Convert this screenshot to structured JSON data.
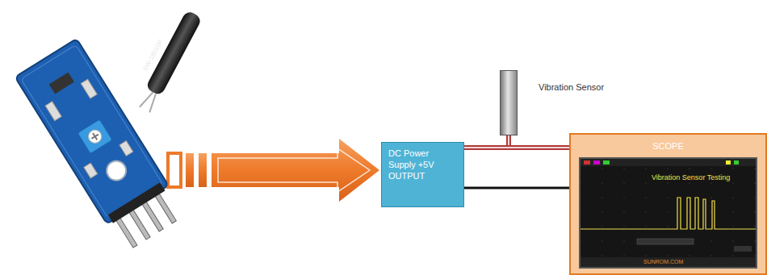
{
  "diagram": {
    "nodes": [
      {
        "text": [
          "DC Power Supply +5V OUTPUT"
        ]
      },
      {
        "text": [
          "Vibration Sensor"
        ]
      },
      {
        "text": [
          "SCOPE"
        ]
      },
      {
        "text": [
          "Vibration Sensor Testing"
        ],
        "in": 2
      }
    ],
    "edges": [
      {
        "from": 0,
        "to": 1,
        "arrow": "none"
      },
      {
        "from": 0,
        "to": 2,
        "arrow": "none"
      },
      {
        "from": 0,
        "to": 2,
        "arrow": "none"
      }
    ],
    "labels": [
      "SW-18010P",
      "SUNROM.COM"
    ]
  }
}
